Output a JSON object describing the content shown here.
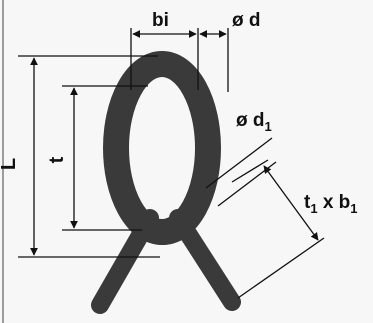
{
  "labels": {
    "bi": "bi",
    "d": "ø d",
    "d1_prefix": "ø d",
    "d1_sub": "1",
    "L": "L",
    "t": "t",
    "t1b1_t": "t",
    "t1b1_sub1": "1",
    "t1b1_x": " x b",
    "t1b1_sub2": "1"
  },
  "colors": {
    "link": "#3a3a3a",
    "dimension": "#111111",
    "background": "#f7f7f7"
  }
}
